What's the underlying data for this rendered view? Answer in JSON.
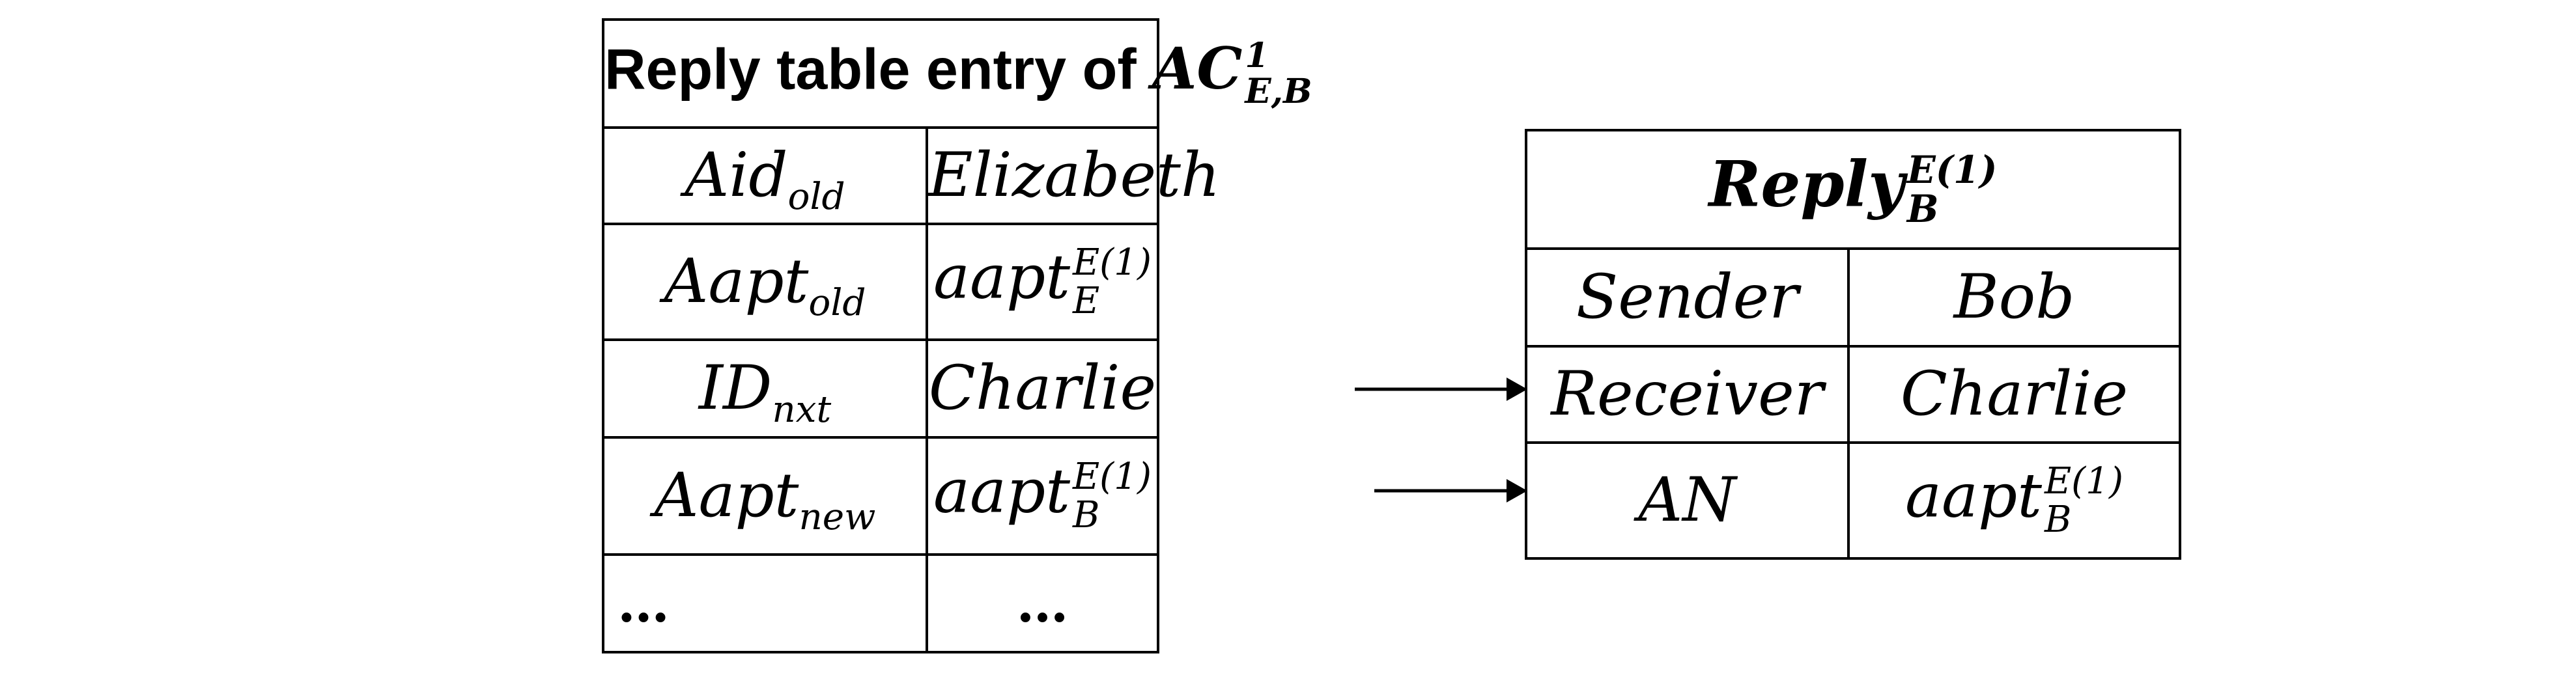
{
  "left_table": {
    "title_text": "Reply table entry of ",
    "title_symbol": "AC",
    "title_sup": "1",
    "title_sub": "E,B",
    "rows": [
      {
        "label_base": "Aid",
        "label_sub": "old",
        "value_base": "Elizabeth"
      },
      {
        "label_base": "Aapt",
        "label_sub": "old",
        "value_base": "aapt",
        "value_sup": "E(1)",
        "value_sub": "E"
      },
      {
        "label_base": "ID",
        "label_sub": "nxt",
        "value_base": "Charlie"
      },
      {
        "label_base": "Aapt",
        "label_sub": "new",
        "value_base": "aapt",
        "value_sup": "E(1)",
        "value_sub": "B"
      },
      {
        "label_base": "…",
        "value_base": "…"
      }
    ]
  },
  "right_table": {
    "title_base": "Reply",
    "title_sup": "E(1)",
    "title_sub": "B",
    "rows": [
      {
        "label": "Sender",
        "value_base": "Bob"
      },
      {
        "label": "Receiver",
        "value_base": "Charlie"
      },
      {
        "label": "AN",
        "value_base": "aapt",
        "value_sup": "E(1)",
        "value_sub": "B"
      }
    ]
  }
}
